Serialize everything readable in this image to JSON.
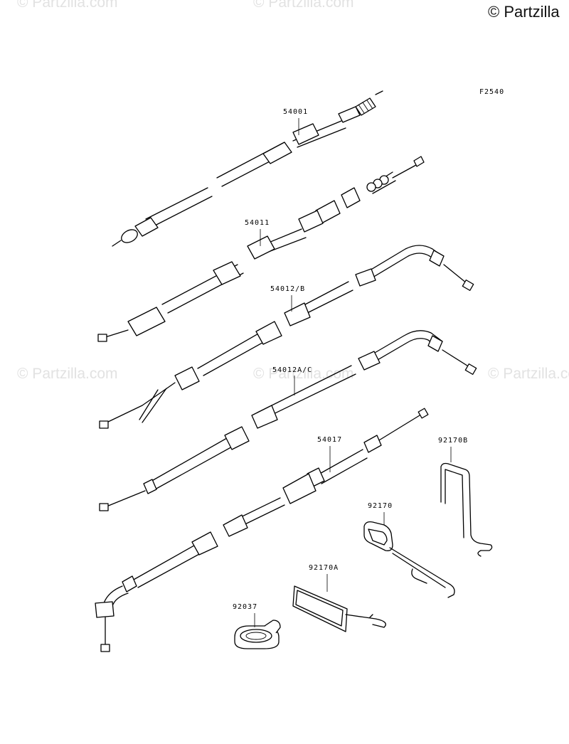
{
  "watermarks": {
    "main": "© Partzilla",
    "faint": "© Partzilla.com"
  },
  "diagram": {
    "figure_code": "F2540",
    "parts": [
      {
        "number": "54001"
      },
      {
        "number": "54011"
      },
      {
        "number": "54012/B"
      },
      {
        "number": "54012A/C"
      },
      {
        "number": "54017"
      },
      {
        "number": "92170B"
      },
      {
        "number": "92170"
      },
      {
        "number": "92170A"
      },
      {
        "number": "92037"
      }
    ]
  }
}
